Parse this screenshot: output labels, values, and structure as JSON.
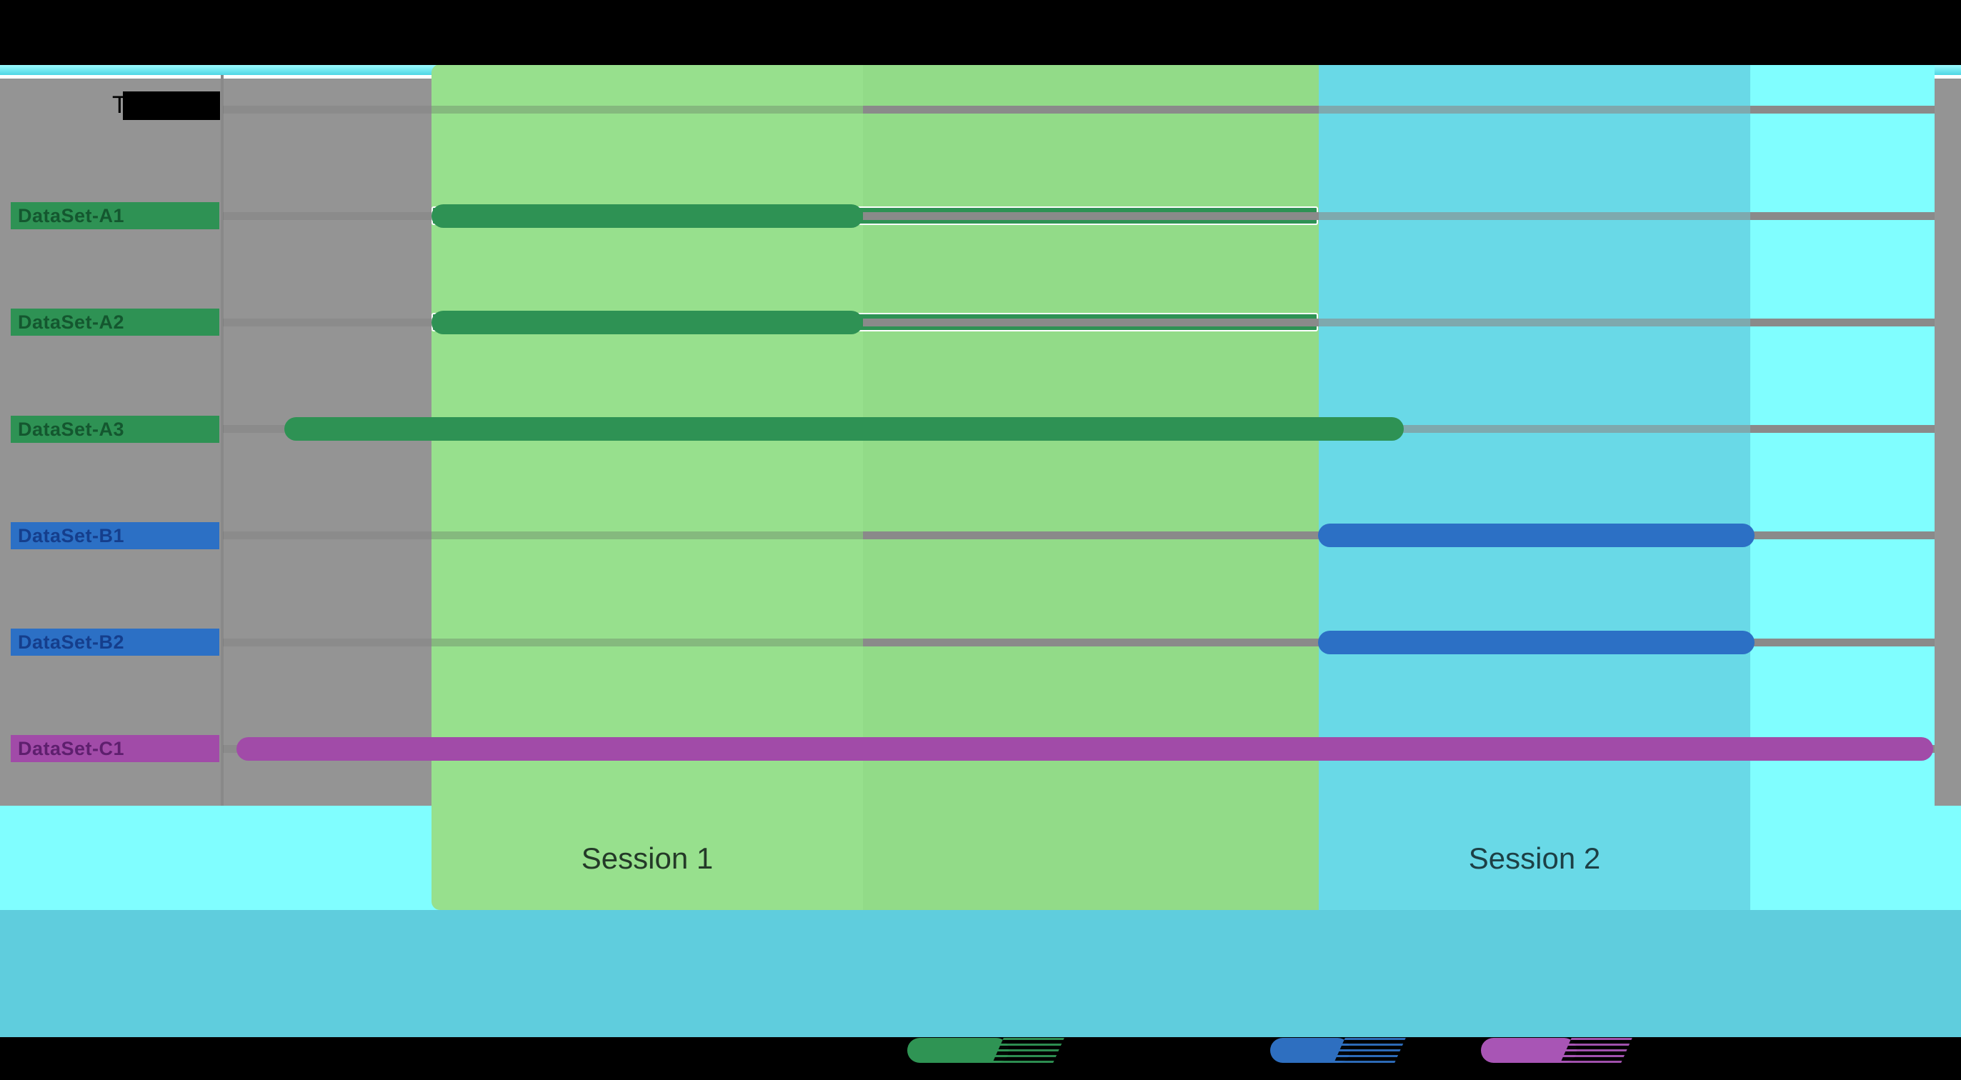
{
  "colors": {
    "top_bar": "#000000",
    "top_strip_gradient_start": "#9BFBFF",
    "top_strip_gradient_end": "#4FD6E4",
    "gray_band": "#949494",
    "bright_cyan_panel": "#80FEFF",
    "bottom_band": "#5FCDDD",
    "bottom_bar": "#000000",
    "grid_solid": "#8A8A8A"
  },
  "header": {
    "task_column_label": "Task"
  },
  "chart_data": {
    "type": "gantt",
    "header_label": "Task",
    "x_axis": {
      "unit": "fraction_of_chart_width",
      "min": 0,
      "max": 1,
      "tick_labels_visible": false
    },
    "grid": "horizontal_row_lines",
    "sessions": [
      {
        "label": "Session 1",
        "start": 0.122,
        "end": 0.64,
        "panel_color_left": "#97E08D",
        "panel_color_right": "#92DB88"
      },
      {
        "label": "Session 2",
        "start": 0.64,
        "end": 0.892,
        "panel_color": "#69D9E7"
      }
    ],
    "tasks": [
      {
        "label": "DataSet-A1",
        "bar_color": "#2E9254",
        "label_text_color": "#14572F",
        "start": 0.122,
        "end": 0.374,
        "planned_track": {
          "start": 0.122,
          "end": 0.64
        }
      },
      {
        "label": "DataSet-A2",
        "bar_color": "#2E9254",
        "label_text_color": "#14572F",
        "start": 0.122,
        "end": 0.374,
        "planned_track": {
          "start": 0.122,
          "end": 0.64
        }
      },
      {
        "label": "DataSet-A3",
        "bar_color": "#2E9254",
        "label_text_color": "#14572F",
        "start": 0.036,
        "end": 0.69,
        "planned_track": null
      },
      {
        "label": "DataSet-B1",
        "bar_color": "#2C70C5",
        "label_text_color": "#153E8C",
        "start": 0.64,
        "end": 0.895,
        "planned_track": null
      },
      {
        "label": "DataSet-B2",
        "bar_color": "#2C70C5",
        "label_text_color": "#153E8C",
        "start": 0.64,
        "end": 0.895,
        "planned_track": null
      },
      {
        "label": "DataSet-C1",
        "bar_color": "#A14BA8",
        "label_text_color": "#5E1F6E",
        "start": 0.008,
        "end": 0.999,
        "planned_track": null
      }
    ]
  },
  "legend": {
    "entries": [
      {
        "name": "series-green",
        "swatch_color": "#2F9454",
        "label_redacted": true
      },
      {
        "name": "series-blue",
        "swatch_color": "#2E6FC0",
        "label_redacted": true
      },
      {
        "name": "series-purple",
        "swatch_color": "#A855B5",
        "label_redacted": true
      }
    ]
  }
}
